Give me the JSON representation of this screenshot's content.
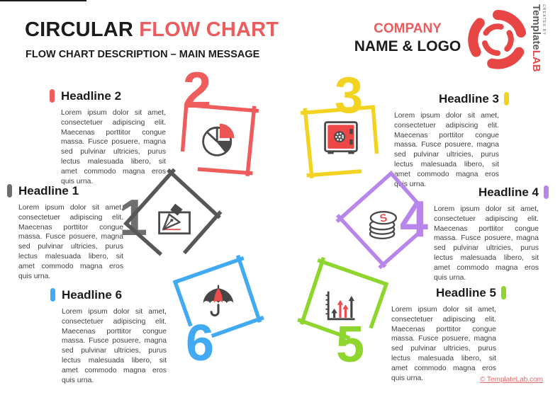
{
  "header": {
    "title_primary": "CIRCULAR ",
    "title_accent": "FLOW CHART",
    "subtitle": "FLOW CHART DESCRIPTION – MAIN MESSAGE",
    "company_top": "COMPANY",
    "company_bottom": "NAME & LOGO"
  },
  "brand": {
    "created_by": "CREATED BY",
    "name_part1": "Template",
    "name_part2": "LAB",
    "logo_icon": "templatelab-knot-icon"
  },
  "footer": {
    "credit": "© TemplateLab.com"
  },
  "colors": {
    "accent_red": "#ee5c5c",
    "yellow": "#f3d321",
    "gray": "#6e6e6e",
    "purple": "#b886ea",
    "blue": "#41aaf2",
    "green": "#8ed62e",
    "icon_dark": "#4a4a4a",
    "text_body": "#3f3f3f"
  },
  "steps": [
    {
      "number": "1",
      "headline": "Headline 1",
      "color": "#6e6e6e",
      "icon": "pen-document-icon",
      "body": "Lorem ipsum dolor sit amet, consectetuer adipiscing elit. Maecenas porttitor congue massa. Fusce posuere, magna sed pulvinar ultricies, purus lectus malesuada libero, sit amet commodo magna eros quis urna."
    },
    {
      "number": "2",
      "headline": "Headline 2",
      "color": "#ee5c5c",
      "icon": "pie-chart-icon",
      "body": "Lorem ipsum dolor sit amet, consectetuer adipiscing elit. Maecenas porttitor congue massa. Fusce posuere, magna sed pulvinar ultricies, purus lectus malesuada libero, sit amet commodo magna eros quis urna."
    },
    {
      "number": "3",
      "headline": "Headline 3",
      "color": "#f3d321",
      "icon": "safe-icon",
      "body": "Lorem ipsum dolor sit amet, consectetuer adipiscing elit. Maecenas porttitor congue massa. Fusce posuere, magna sed pulvinar ultricies, purus lectus malesuada libero, sit amet commodo magna eros quis urna."
    },
    {
      "number": "4",
      "headline": "Headline 4",
      "color": "#b886ea",
      "icon": "coins-icon",
      "body": "Lorem ipsum dolor sit amet, consectetuer adipiscing elit. Maecenas porttitor congue massa. Fusce posuere, magna sed pulvinar ultricies, purus lectus malesuada libero, sit amet commodo magna eros quis urna."
    },
    {
      "number": "5",
      "headline": "Headline 5",
      "color": "#8ed62e",
      "icon": "growth-chart-icon",
      "body": "Lorem ipsum dolor sit amet, consectetuer adipiscing elit. Maecenas porttitor congue massa. Fusce posuere, magna sed pulvinar ultricies, purus lectus malesuada libero, sit amet commodo magna eros quis urna."
    },
    {
      "number": "6",
      "headline": "Headline 6",
      "color": "#41aaf2",
      "icon": "umbrella-icon",
      "body": "Lorem ipsum dolor sit amet, consectetuer adipiscing elit. Maecenas porttitor congue massa. Fusce posuere, magna sed pulvinar ultricies, purus lectus malesuada libero, sit amet commodo magna eros quis urna."
    }
  ]
}
